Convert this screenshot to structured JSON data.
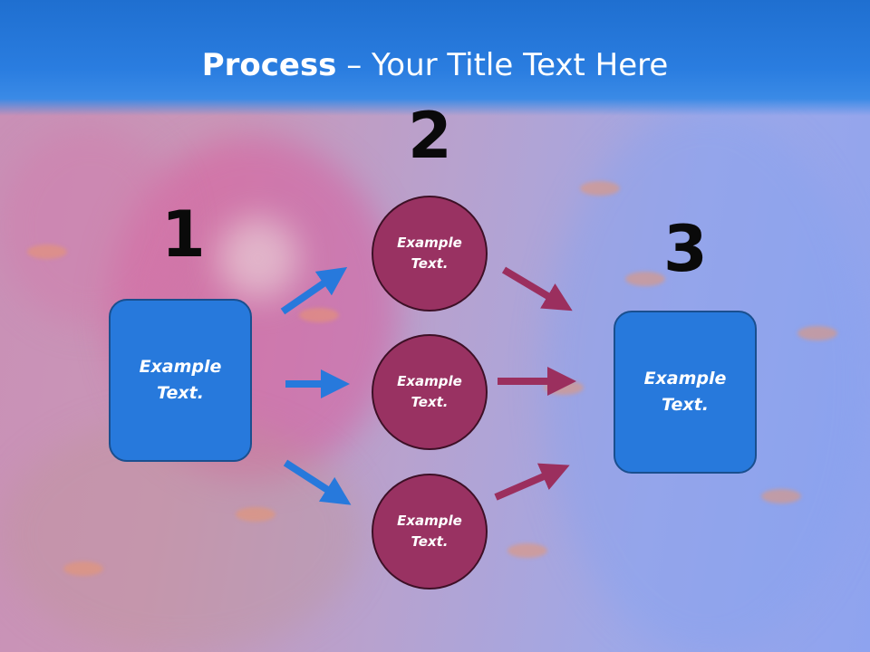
{
  "title": {
    "bold": "Process",
    "rest": " – Your Title Text Here"
  },
  "steps": {
    "one": "1",
    "two": "2",
    "three": "3"
  },
  "left_box": {
    "line1": "Example",
    "line2": "Text."
  },
  "right_box": {
    "line1": "Example",
    "line2": "Text."
  },
  "circles": [
    {
      "line1": "Example",
      "line2": "Text."
    },
    {
      "line1": "Example",
      "line2": "Text."
    },
    {
      "line1": "Example",
      "line2": "Text."
    }
  ],
  "colors": {
    "blue_arrow": "#2779dc",
    "maroon_arrow": "#9b2f5e",
    "box": "#2779dc",
    "circle": "#993262"
  }
}
